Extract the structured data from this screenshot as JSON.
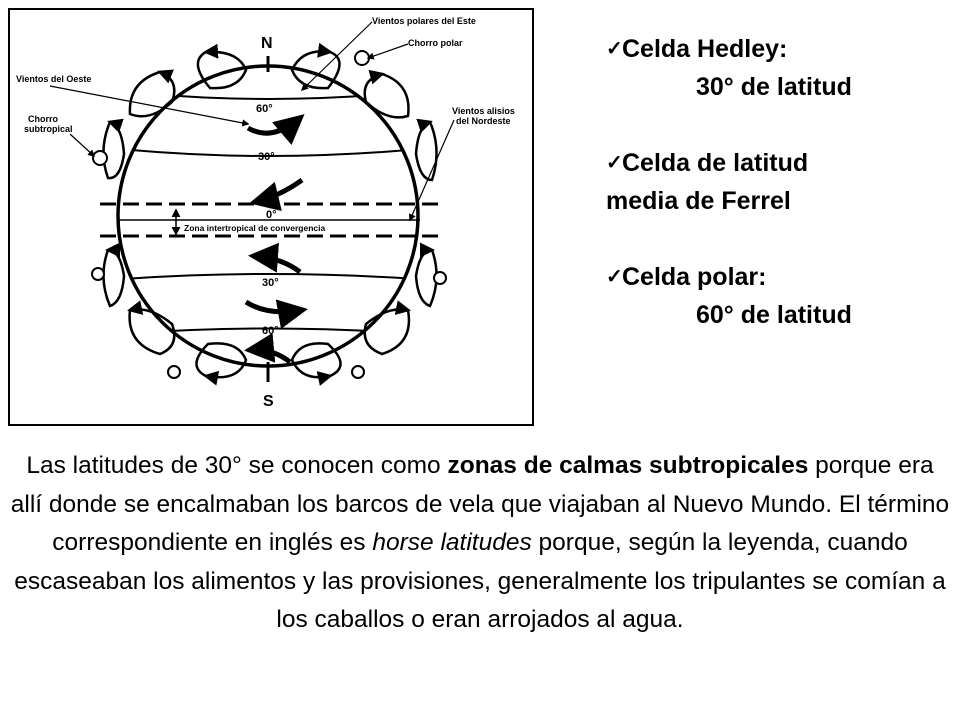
{
  "diagram": {
    "pole_north": "N",
    "pole_south": "S",
    "lat_labels": [
      "60°",
      "30°",
      "0°",
      "30°",
      "60°"
    ],
    "annotations": {
      "polar_east": "Vientos polares del Este",
      "polar_jet": "Chorro polar",
      "westerlies": "Vientos del Oeste",
      "subtropical_jet_1": "Chorro",
      "subtropical_jet_2": "subtropical",
      "trade_winds_1": "Vientos alisios",
      "trade_winds_2": "del Nordeste",
      "itcz": "Zona intertropical de convergencia"
    }
  },
  "bullets": [
    {
      "check": "✓",
      "line1": "Celda Hedley:",
      "line2": "30° de latitud"
    },
    {
      "check": "✓",
      "line1": "Celda de latitud",
      "line2": "media de Ferrel"
    },
    {
      "check": "✓",
      "line1": "Celda polar:",
      "line2": "60° de latitud"
    }
  ],
  "paragraph": {
    "t1": "Las latitudes de 30° se conocen como ",
    "b1": "zonas de calmas subtropicales",
    "t2": " porque era allí donde se encalmaban los barcos de vela que viajaban al Nuevo Mundo. El término correspondiente en inglés es ",
    "i1": "horse latitudes",
    "t3": " porque, según la leyenda, cuando escaseaban los alimentos y las provisiones, generalmente los tripulantes se comían a los caballos o eran arrojados al agua."
  }
}
